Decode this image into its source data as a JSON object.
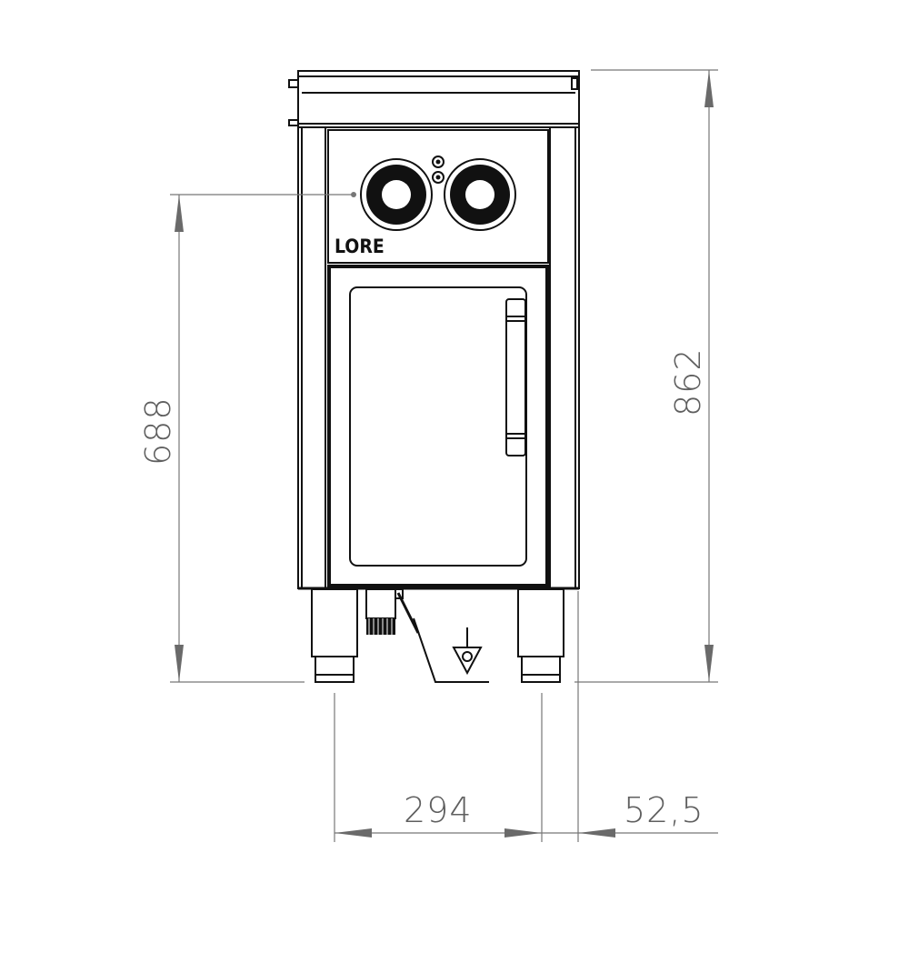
{
  "drawing": {
    "brand_logo": "LORE",
    "dimensions": {
      "overall_height": "862",
      "working_height": "688",
      "width": "294",
      "offset": "52,5"
    }
  }
}
